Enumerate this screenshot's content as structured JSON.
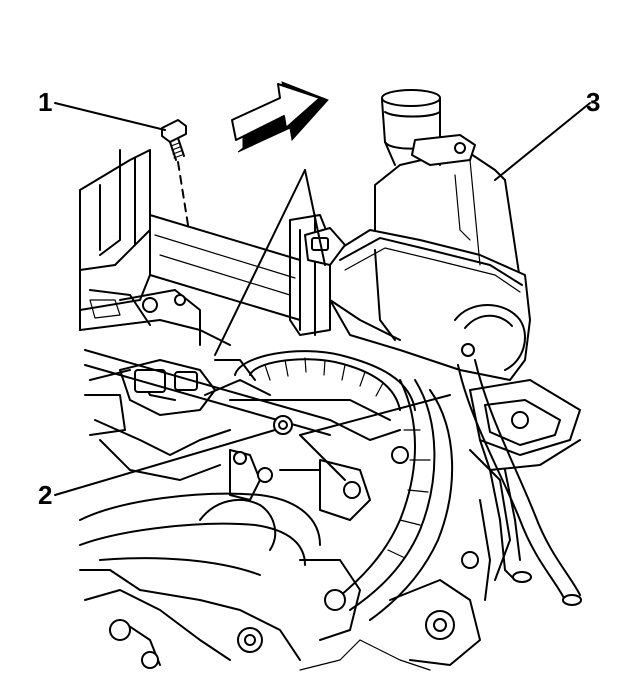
{
  "callouts": {
    "c1": "1",
    "c2": "2",
    "c3": "3"
  },
  "icons": {
    "direction_arrow": "forward-direction-arrow-icon",
    "bolt": "bolt-icon"
  },
  "colors": {
    "ink": "#000000",
    "paper": "#ffffff"
  }
}
